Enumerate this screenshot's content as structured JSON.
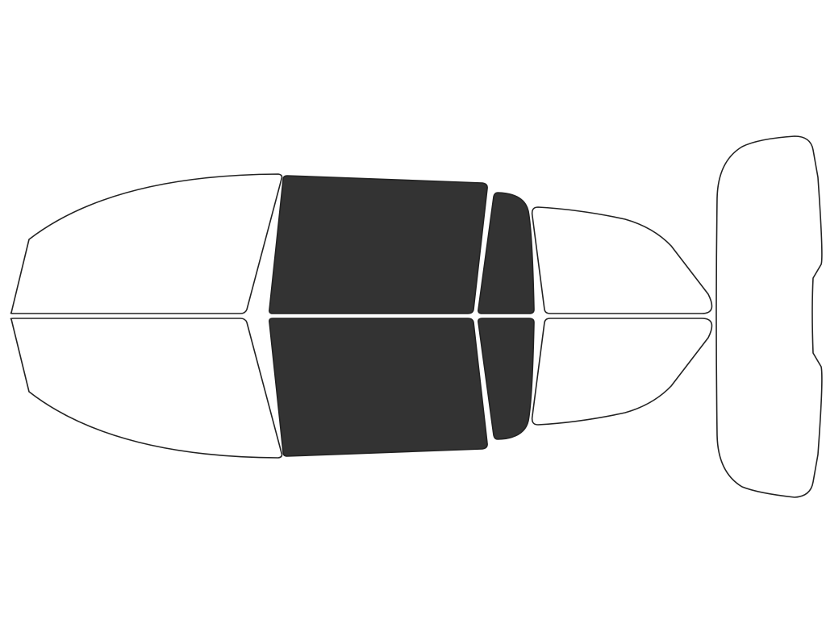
{
  "diagram": {
    "colors": {
      "background": "#ffffff",
      "outline": "#222222",
      "unselected": "#ffffff",
      "selected": "#333333"
    },
    "panels": [
      {
        "name": "front-windshield-upper-pane",
        "selected": false
      },
      {
        "name": "front-windshield-lower-pane",
        "selected": false
      },
      {
        "name": "front-door-window-upper-pane",
        "selected": true
      },
      {
        "name": "front-door-window-lower-pane",
        "selected": true
      },
      {
        "name": "rear-door-window-upper-pane",
        "selected": true
      },
      {
        "name": "rear-door-window-lower-pane",
        "selected": true
      },
      {
        "name": "rear-quarter-window-upper-pane",
        "selected": false
      },
      {
        "name": "rear-quarter-window-lower-pane",
        "selected": false
      },
      {
        "name": "rear-windshield-pane",
        "selected": false
      }
    ]
  }
}
